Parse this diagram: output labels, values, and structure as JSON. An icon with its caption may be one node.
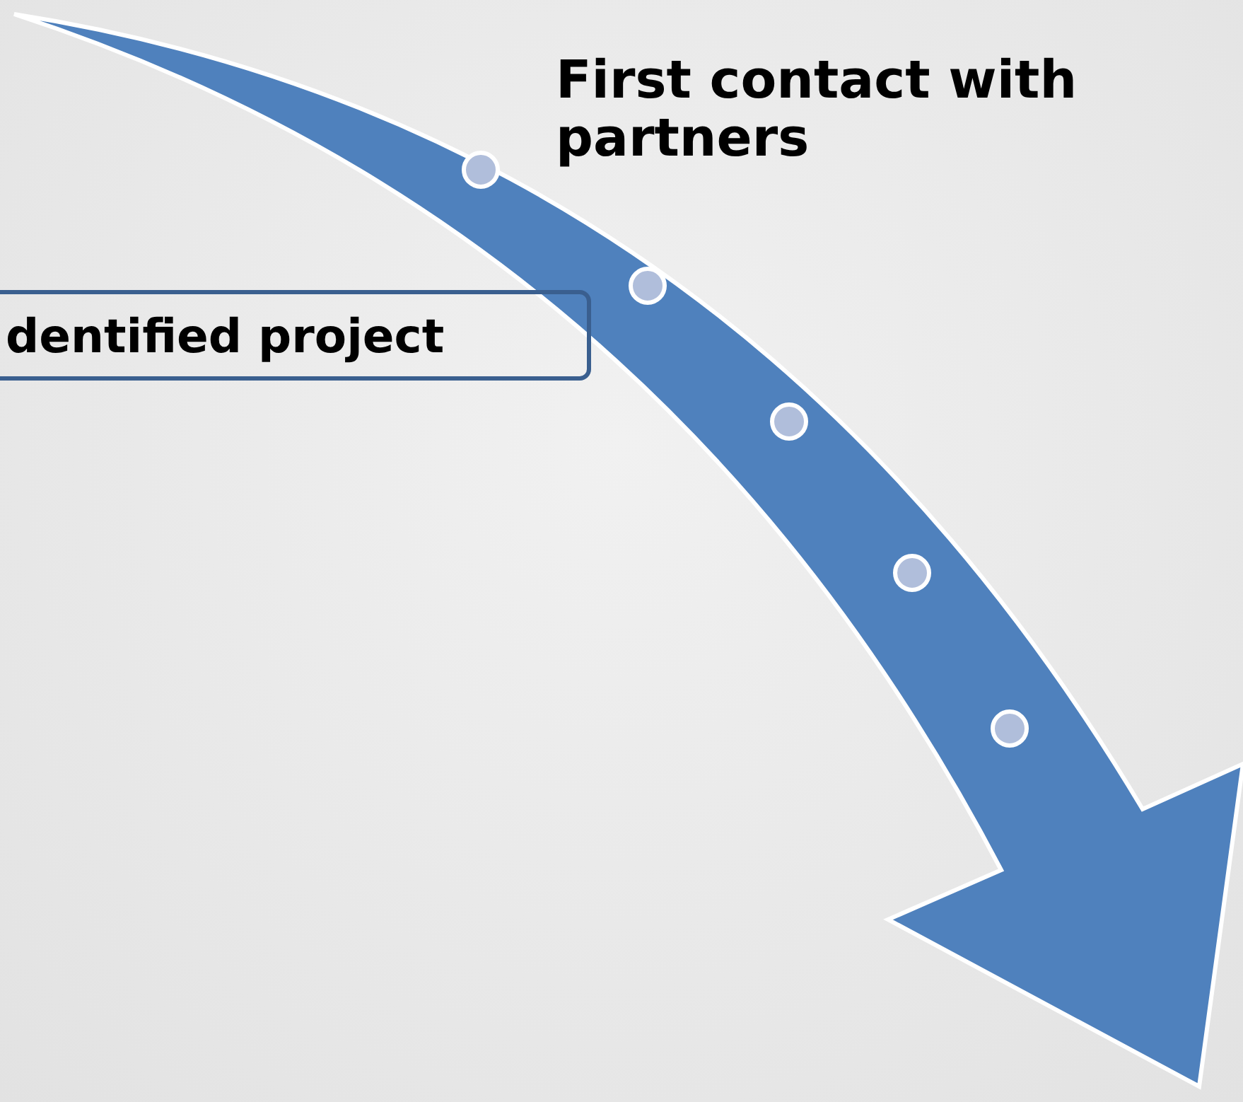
{
  "diagram": {
    "nodes": [
      {
        "text": [
          "dentified project"
        ]
      },
      {
        "text": [],
        "shape": "circle"
      },
      {
        "text": [],
        "shape": "circle"
      },
      {
        "text": [],
        "shape": "circle"
      },
      {
        "text": [],
        "shape": "circle"
      },
      {
        "text": [],
        "shape": "circle"
      }
    ],
    "labels": [
      "First contact with partners"
    ]
  }
}
